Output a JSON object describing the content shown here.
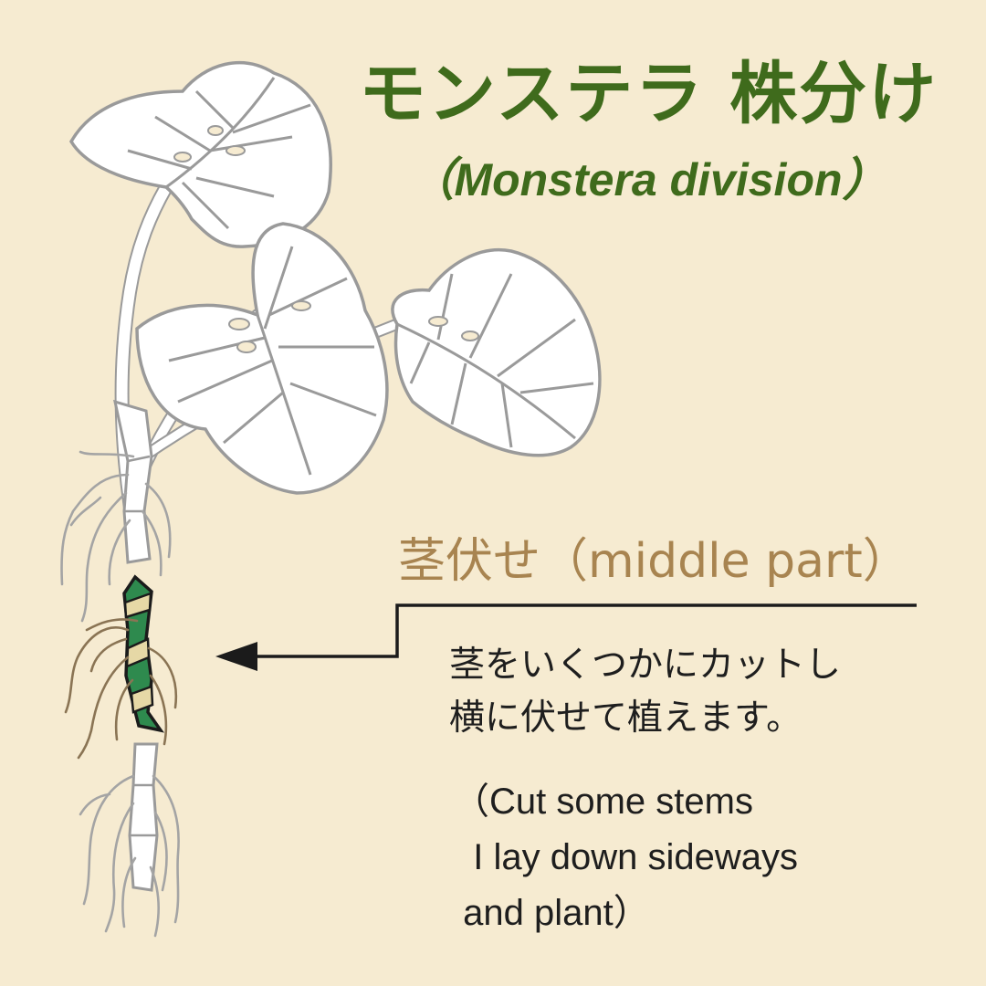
{
  "title": "モンステラ 株分け",
  "subtitle": "（Monstera division）",
  "section": {
    "heading": "茎伏せ（middle part）",
    "description_ja": [
      "茎をいくつかにカットし",
      "横に伏せて植えます。"
    ],
    "description_en": [
      "（Cut some stems",
      "  I lay down sideways",
      " and plant）"
    ]
  },
  "colors": {
    "background": "#f6ebd1",
    "title": "#3f6b1c",
    "heading": "#a88450",
    "body_text": "#1e1e1e",
    "leaf_fill": "#ffffff",
    "leaf_outline": "#9a9a9a",
    "stem_green": "#2e8a4e",
    "stem_tan": "#e6d8a6",
    "root_brown": "#8a7454"
  },
  "icons": [
    "monstera-leaf-icon",
    "stem-segment-icon",
    "arrow-left-icon"
  ]
}
